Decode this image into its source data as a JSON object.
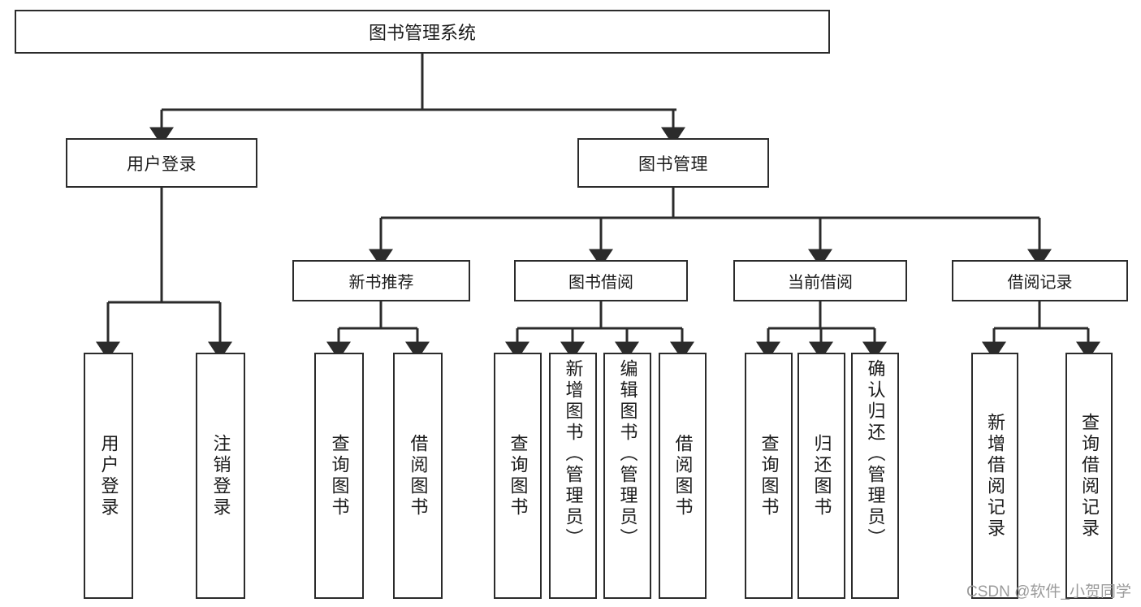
{
  "diagram": {
    "title": "图书管理系统",
    "type": "功能结构图",
    "watermark": "CSDN @软件_小贺同学",
    "colors": {
      "stroke": "#2b2b2b",
      "fill": "#ffffff",
      "text": "#1b1b1b",
      "watermark": "#9b9b9b"
    },
    "root": {
      "label": "图书管理系统"
    },
    "level2": [
      {
        "label": "用户登录"
      },
      {
        "label": "图书管理"
      }
    ],
    "level3": [
      {
        "label": "新书推荐"
      },
      {
        "label": "图书借阅"
      },
      {
        "label": "当前借阅"
      },
      {
        "label": "借阅记录"
      }
    ],
    "leaves": {
      "user_login": [
        {
          "label": "用户登录"
        },
        {
          "label": "注销登录"
        }
      ],
      "new_book": [
        {
          "label": "查询图书"
        },
        {
          "label": "借阅图书"
        }
      ],
      "borrow": [
        {
          "label": "查询图书"
        },
        {
          "label": "新增图书（管理员）"
        },
        {
          "label": "编辑图书（管理员）"
        },
        {
          "label": "借阅图书"
        }
      ],
      "current": [
        {
          "label": "查询图书"
        },
        {
          "label": "归还图书"
        },
        {
          "label": "确认归还（管理员）"
        }
      ],
      "records": [
        {
          "label": "新增借阅记录"
        },
        {
          "label": "查询借阅记录"
        }
      ]
    }
  }
}
